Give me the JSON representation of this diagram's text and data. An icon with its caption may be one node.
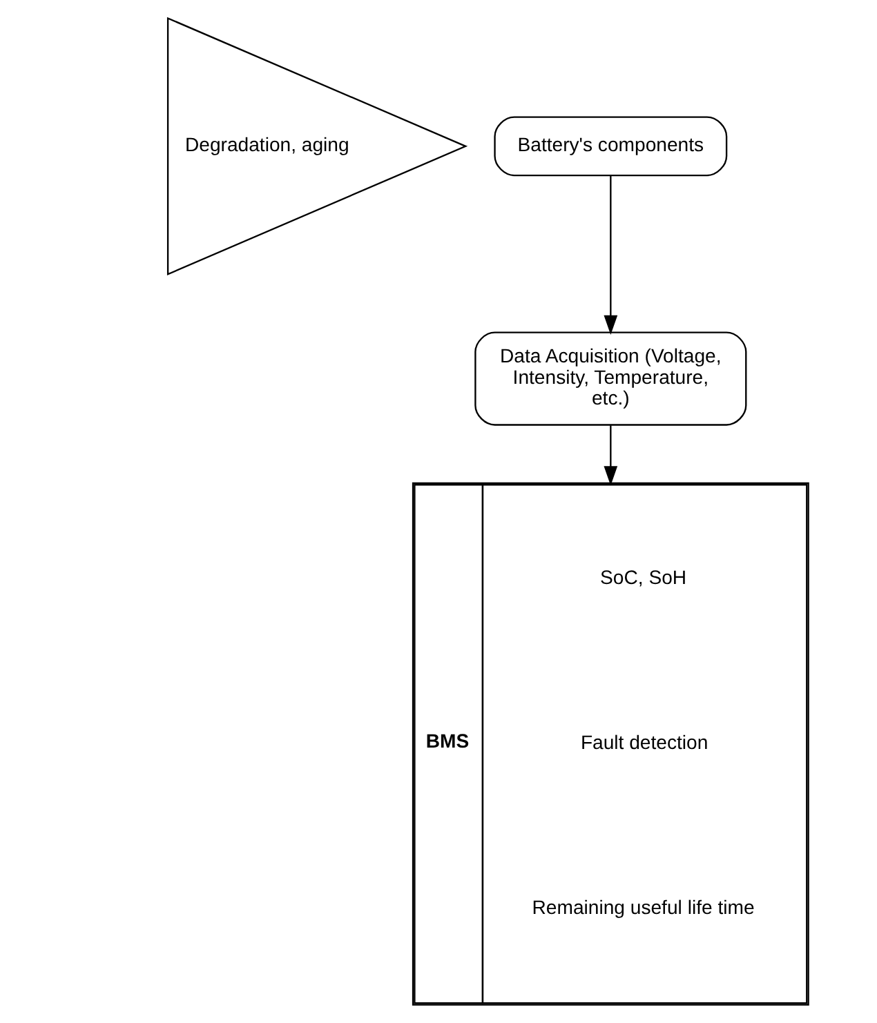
{
  "diagram": {
    "nodes": [
      {
        "text": [
          "Degradation, aging"
        ]
      },
      {
        "text": [
          "Battery's components"
        ]
      },
      {
        "text": [
          "Data Acquisition (Voltage, Intensity, Temperature, etc.)"
        ]
      },
      {
        "text": [
          "BMS",
          "SoC, SoH",
          "Fault detection",
          "Remaining useful life time"
        ]
      }
    ],
    "edges": [
      {
        "from": 1,
        "to": 2,
        "arrow": "to"
      },
      {
        "from": 2,
        "to": 3,
        "arrow": "to"
      }
    ]
  }
}
